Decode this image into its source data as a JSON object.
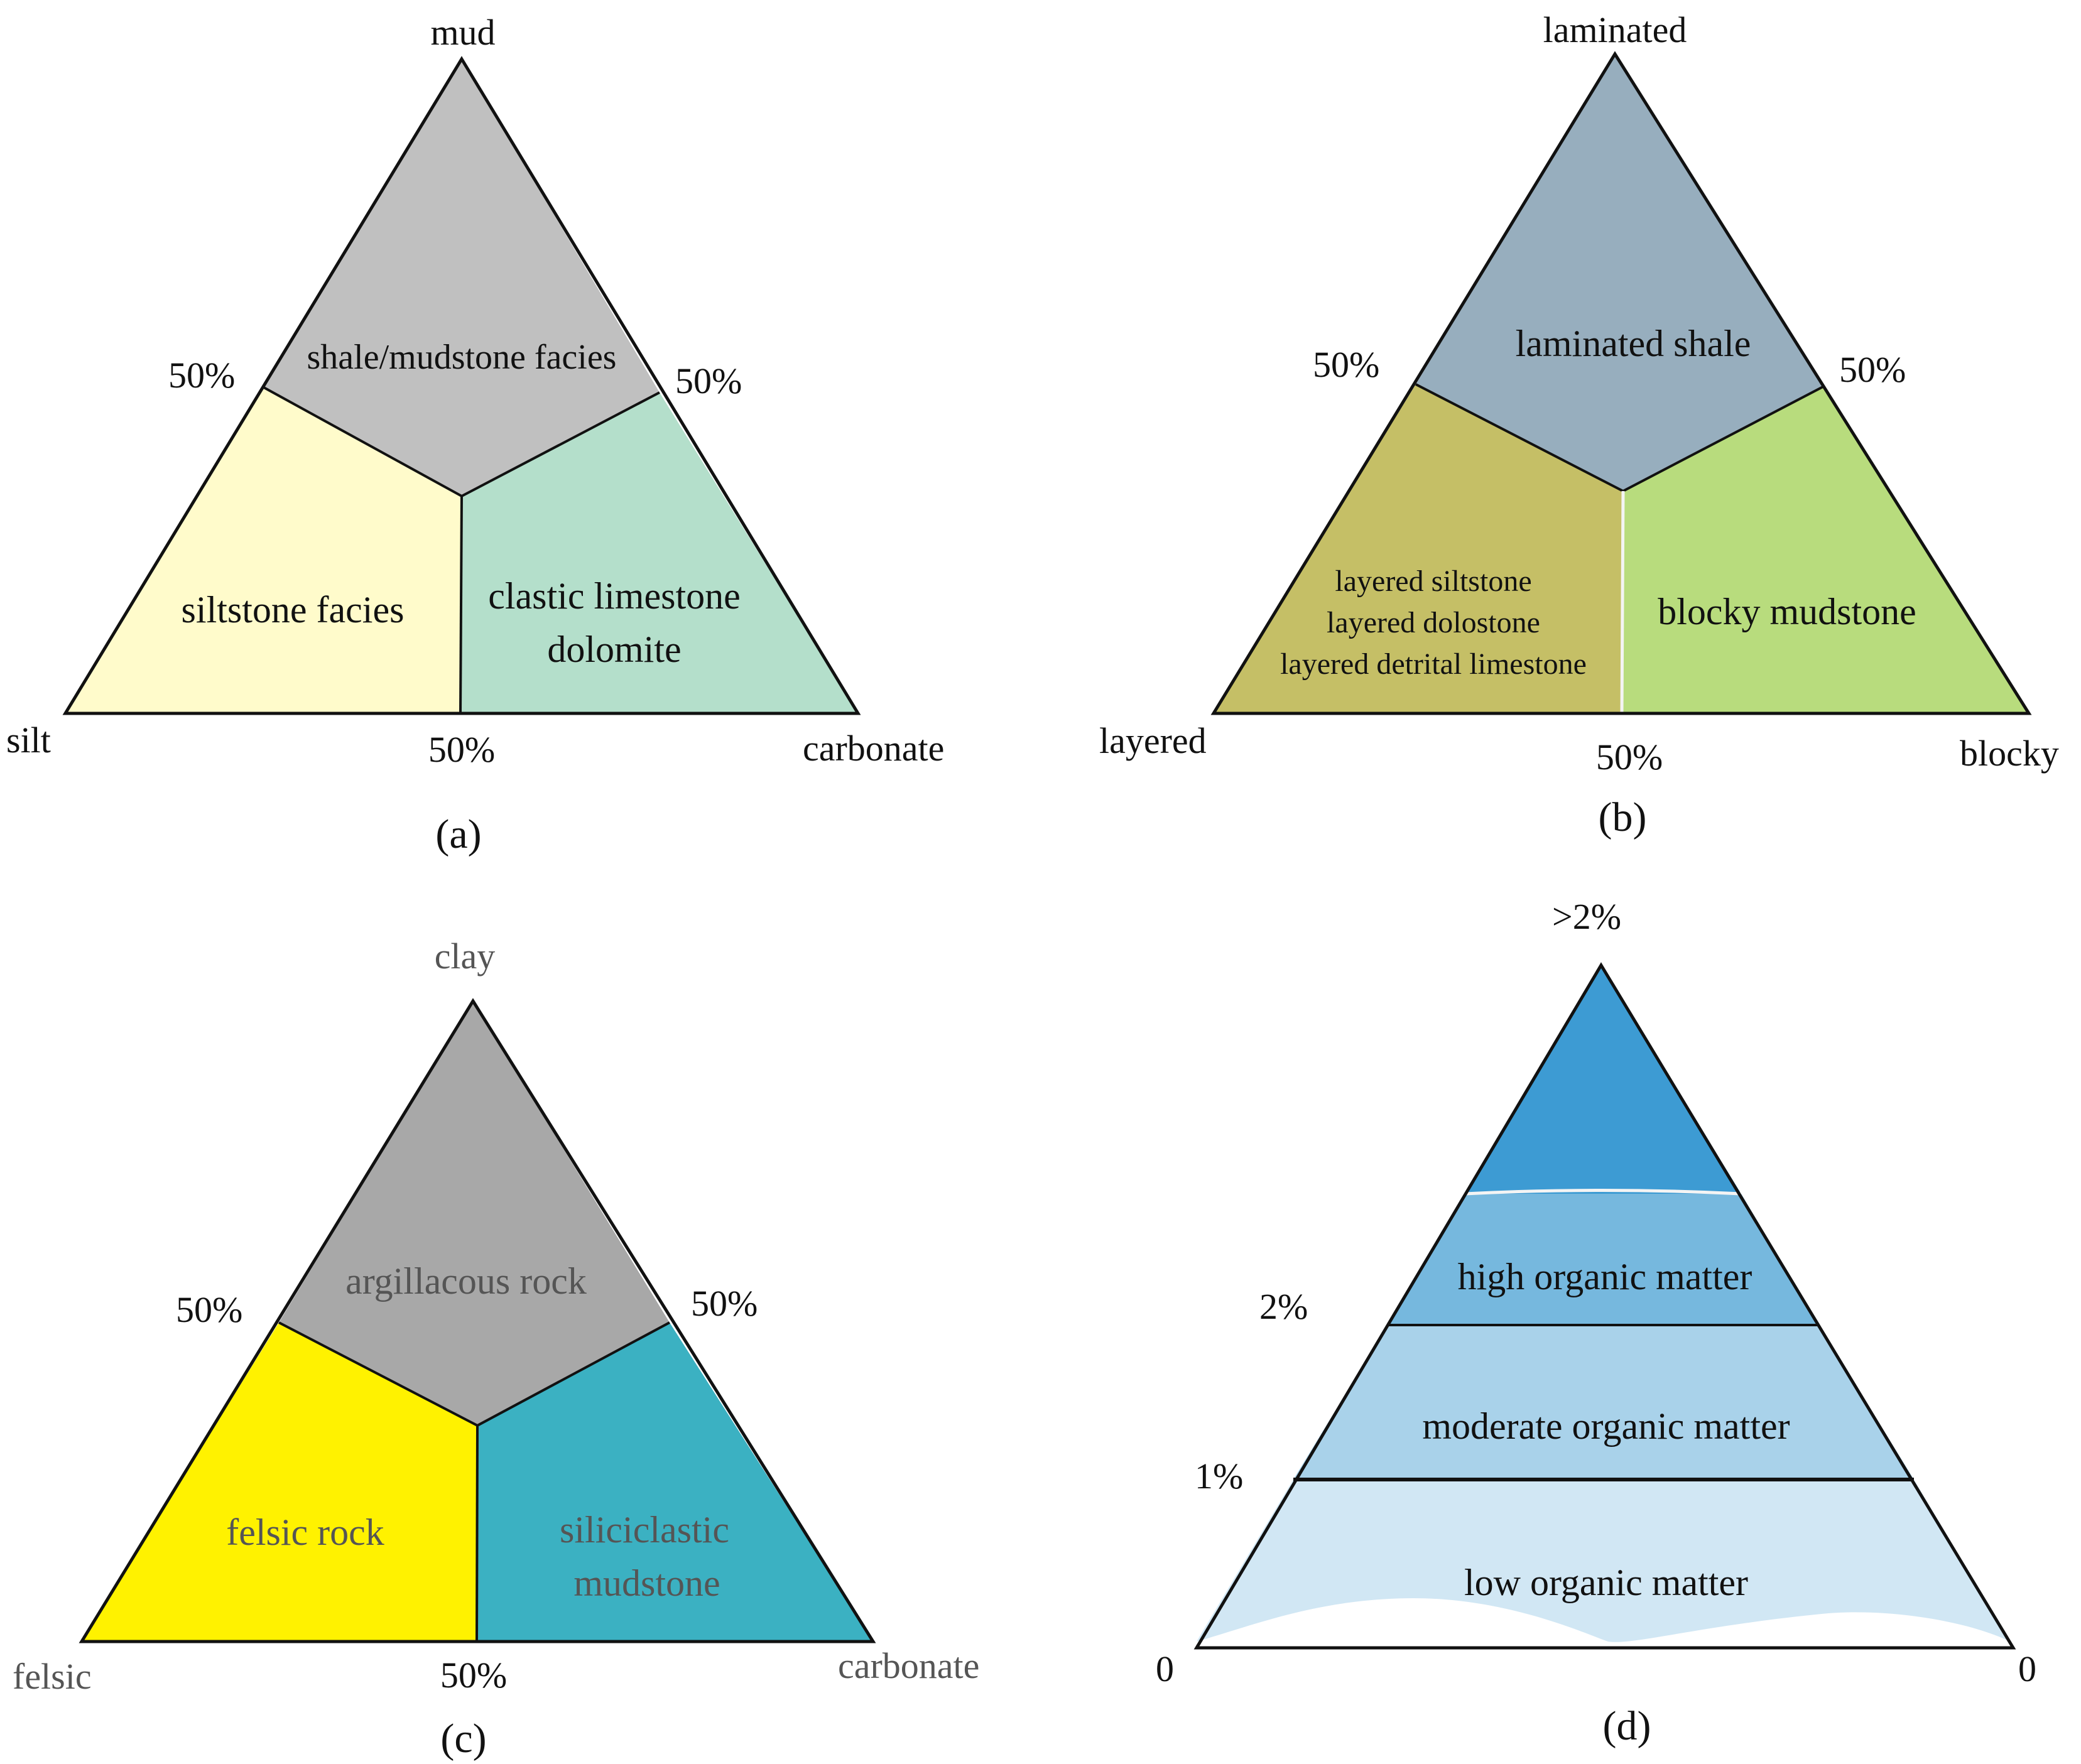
{
  "panels": {
    "a": {
      "caption": "(a)",
      "corners": {
        "top": "mud",
        "left": "silt",
        "right": "carbonate"
      },
      "percent_left": "50%",
      "percent_right": "50%",
      "percent_bottom": "50%",
      "regions": {
        "top": {
          "label": "shale/mudstone facies",
          "color": "#c0c0c0"
        },
        "left": {
          "label": "siltstone facies",
          "color": "#fffbcb"
        },
        "right": {
          "lines": [
            "clastic limestone",
            "dolomite"
          ],
          "color": "#b4dfcb"
        }
      }
    },
    "b": {
      "caption": "(b)",
      "corners": {
        "top": "laminated",
        "left": "layered",
        "right": "blocky"
      },
      "percent_left": "50%",
      "percent_right": "50%",
      "percent_bottom": "50%",
      "regions": {
        "top": {
          "label": "laminated shale",
          "color": "#97aebe"
        },
        "left": {
          "lines": [
            "layered siltstone",
            "layered dolostone",
            "layered detrital limestone"
          ],
          "color": "#c5bf66"
        },
        "right": {
          "label": "blocky mudstone",
          "color": "#b8dc7d"
        }
      }
    },
    "c": {
      "caption": "(c)",
      "corners": {
        "top": "clay",
        "left": "felsic",
        "right": "carbonate"
      },
      "percent_left": "50%",
      "percent_right": "50%",
      "percent_bottom": "50%",
      "regions": {
        "top": {
          "label": "argillacous rock",
          "color": "#a8a8a8"
        },
        "left": {
          "label": "felsic rock",
          "color": "#fff200"
        },
        "right": {
          "lines": [
            "siliciclastic",
            "mudstone"
          ],
          "color": "#3bb1c2"
        }
      }
    },
    "d": {
      "caption": "(d)",
      "top_label": ">2%",
      "level_2": "2%",
      "level_1": "1%",
      "bottom_left": "0",
      "bottom_right": "0",
      "bands": {
        "apex": {
          "color": "#3d9bd3"
        },
        "high": {
          "label": "high organic matter",
          "color": "#76b8de"
        },
        "moderate": {
          "label": "moderate organic matter",
          "color": "#a9d2ea"
        },
        "low": {
          "label": "low organic matter",
          "color": "#d1e7f4"
        }
      }
    }
  }
}
